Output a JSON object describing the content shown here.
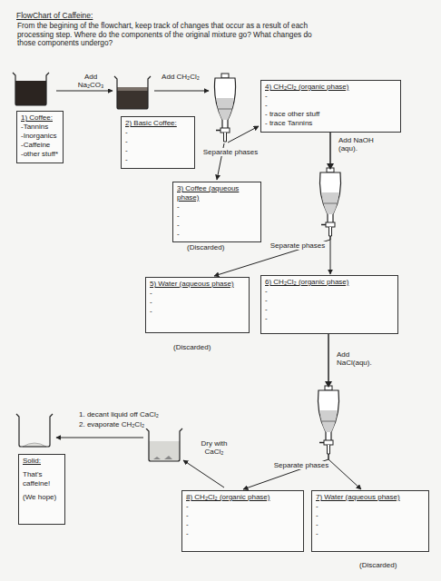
{
  "diagram": {
    "title": "FlowChart of Caffeine:",
    "nodes": [
      {
        "text": [
          "1) Coffee:",
          "-Tannins",
          "-Inorganics",
          "-Caffeine",
          "-other stuff*"
        ]
      },
      {
        "text": [
          "2) Basic Coffee:",
          "-",
          "-",
          "-",
          "-"
        ]
      },
      {
        "text": [
          "3) Coffee (aqueous phase)",
          "-",
          "-",
          "-",
          "-"
        ]
      },
      {
        "text": [
          "4) CH₂Cl₂ (organic phase)",
          "-",
          "-",
          "- trace other stuff",
          "- trace Tannins"
        ]
      },
      {
        "text": [
          "5) Water (aqueous phase)",
          "-",
          "-",
          "-"
        ]
      },
      {
        "text": [
          "6) CH₂Cl₂ (organic phase)",
          "-",
          "-",
          "-",
          "-"
        ]
      },
      {
        "text": [
          "8) CH₂Cl₂ (organic phase)",
          "-",
          "-",
          "-",
          "-"
        ]
      },
      {
        "text": [
          "7) Water (aqueous phase)",
          "-",
          "-",
          "-",
          "-"
        ]
      },
      {
        "text": [
          "Solid:",
          "That's caffeine!",
          "(We hope)"
        ]
      }
    ],
    "edges": [
      {
        "from": 3,
        "to": 4,
        "arrow": "to"
      },
      {
        "from": 3,
        "to": 5,
        "arrow": "to"
      },
      {
        "from": 5,
        "to": 6,
        "arrow": "to"
      },
      {
        "from": 5,
        "to": 7,
        "arrow": "to"
      }
    ],
    "labels": [
      "From the begining of the flowchart, keep track of changes that occur as a result of each processing step. Where do the components of the original mixture go? What changes do those components undergo?",
      "Add Na₂CO₃",
      "Add CH₂Cl₂",
      "Separate phases",
      "Add NaOH (aqu).",
      "(Discarded)",
      "Separate phases",
      "(Discarded)",
      "Add NaCl(aqu).",
      "1. decant liquid off CaCl₂",
      "2. evaporate CH₂Cl₂",
      "Dry with CaCl₂",
      "Separate phases",
      "(Discarded)"
    ]
  }
}
